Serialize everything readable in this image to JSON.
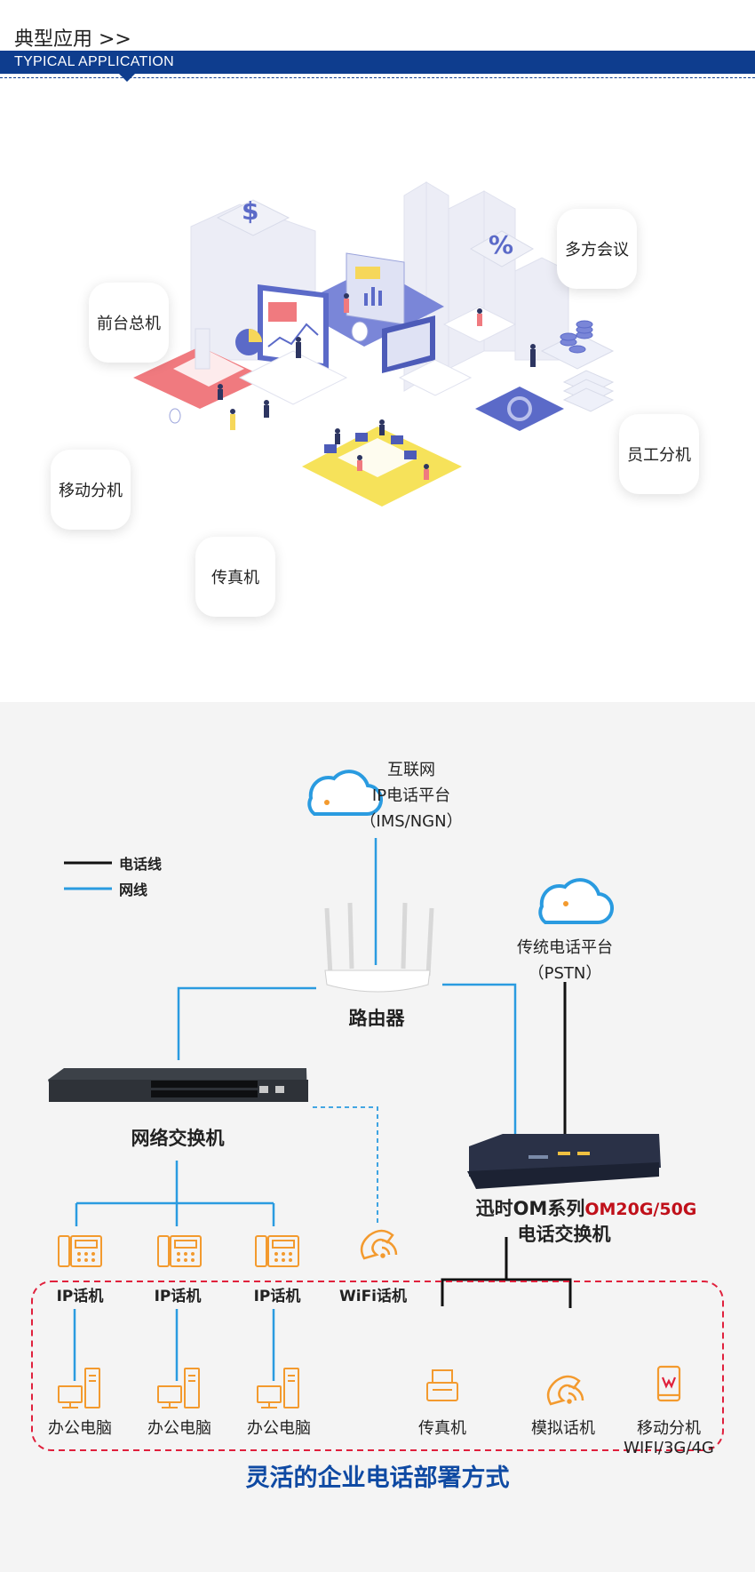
{
  "header": {
    "title": "典型应用 >>",
    "subtitle": "TYPICAL APPLICATION"
  },
  "illustration": {
    "bubbles": {
      "reception": "前台总机",
      "conference": "多方会议",
      "mobile_ext": "移动分机",
      "staff_ext": "员工分机",
      "fax": "传真机"
    }
  },
  "network": {
    "cloud_internet": [
      "互联网",
      "IP电话平台",
      "（IMS/NGN）"
    ],
    "cloud_pstn": [
      "传统电话平台",
      "（PSTN）"
    ],
    "legend": {
      "phone_line": "电话线",
      "network_line": "网线"
    },
    "router": "路由器",
    "switch": "网络交换机",
    "pbx_line1_prefix": "迅时OM系列",
    "pbx_line1_model": "OM20G/50G",
    "pbx_line2": "电话交换机",
    "ip_phone": "IP话机",
    "wifi_phone": "WiFi话机",
    "office_pc": "办公电脑",
    "fax": "传真机",
    "analog_phone": "模拟话机",
    "mobile_ext": "移动分机",
    "mobile_ext_sub": "WIFI/3G/4G",
    "footer_title": "灵活的企业电话部署方式",
    "colors": {
      "phone_line": "#111111",
      "network_line": "#2a9be0",
      "icon_orange": "#f39a2e",
      "accent_red": "#e0203c",
      "brand_blue": "#0f4aa3"
    }
  }
}
